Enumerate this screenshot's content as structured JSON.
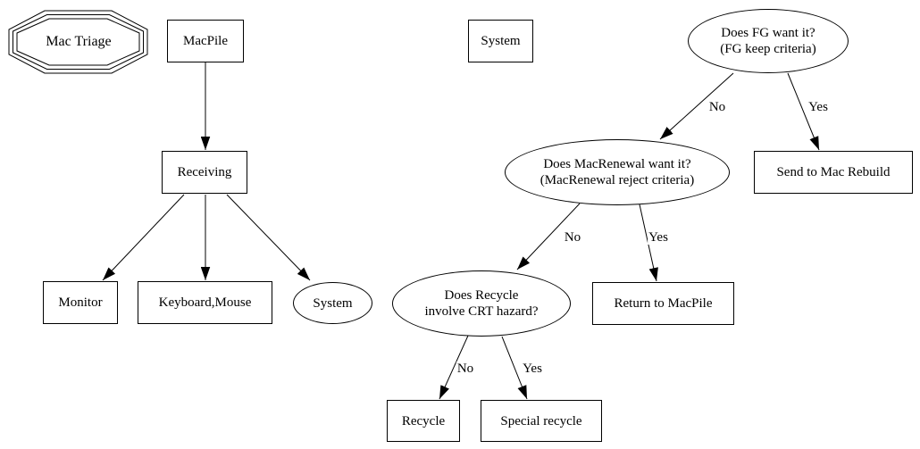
{
  "diagram": {
    "type": "flowchart",
    "background": "#ffffff",
    "stroke_color": "#000000",
    "nodes": {
      "mac_triage": {
        "label": "Mac Triage",
        "shape": "tripleoctagon"
      },
      "macpile": {
        "label": "MacPile",
        "shape": "box"
      },
      "system_box": {
        "label": "System",
        "shape": "box"
      },
      "receiving": {
        "label": "Receiving",
        "shape": "box"
      },
      "monitor": {
        "label": "Monitor",
        "shape": "box"
      },
      "keyboard_mouse": {
        "label": "Keyboard,Mouse",
        "shape": "box"
      },
      "system_ellipse": {
        "label": "System",
        "shape": "ellipse"
      },
      "fg_decision": {
        "line1": "Does FG want it?",
        "line2": "(FG keep criteria)",
        "shape": "ellipse"
      },
      "send_to_mac_rebuild": {
        "label": "Send to Mac Rebuild",
        "shape": "box"
      },
      "macrenewal_decision": {
        "line1": "Does MacRenewal want it?",
        "line2": "(MacRenewal reject criteria)",
        "shape": "ellipse"
      },
      "return_to_macpile": {
        "label": "Return to MacPile",
        "shape": "box"
      },
      "crt_decision": {
        "line1": "Does Recycle",
        "line2": "involve CRT hazard?",
        "shape": "ellipse"
      },
      "recycle": {
        "label": "Recycle",
        "shape": "box"
      },
      "special_recycle": {
        "label": "Special recycle",
        "shape": "box"
      }
    },
    "edges": [
      {
        "from": "macpile",
        "to": "receiving",
        "label": ""
      },
      {
        "from": "receiving",
        "to": "monitor",
        "label": ""
      },
      {
        "from": "receiving",
        "to": "keyboard_mouse",
        "label": ""
      },
      {
        "from": "receiving",
        "to": "system_ellipse",
        "label": ""
      },
      {
        "from": "fg_decision",
        "to": "macrenewal_decision",
        "label": "No"
      },
      {
        "from": "fg_decision",
        "to": "send_to_mac_rebuild",
        "label": "Yes"
      },
      {
        "from": "macrenewal_decision",
        "to": "crt_decision",
        "label": "No"
      },
      {
        "from": "macrenewal_decision",
        "to": "return_to_macpile",
        "label": "Yes"
      },
      {
        "from": "crt_decision",
        "to": "recycle",
        "label": "No"
      },
      {
        "from": "crt_decision",
        "to": "special_recycle",
        "label": "Yes"
      }
    ]
  }
}
